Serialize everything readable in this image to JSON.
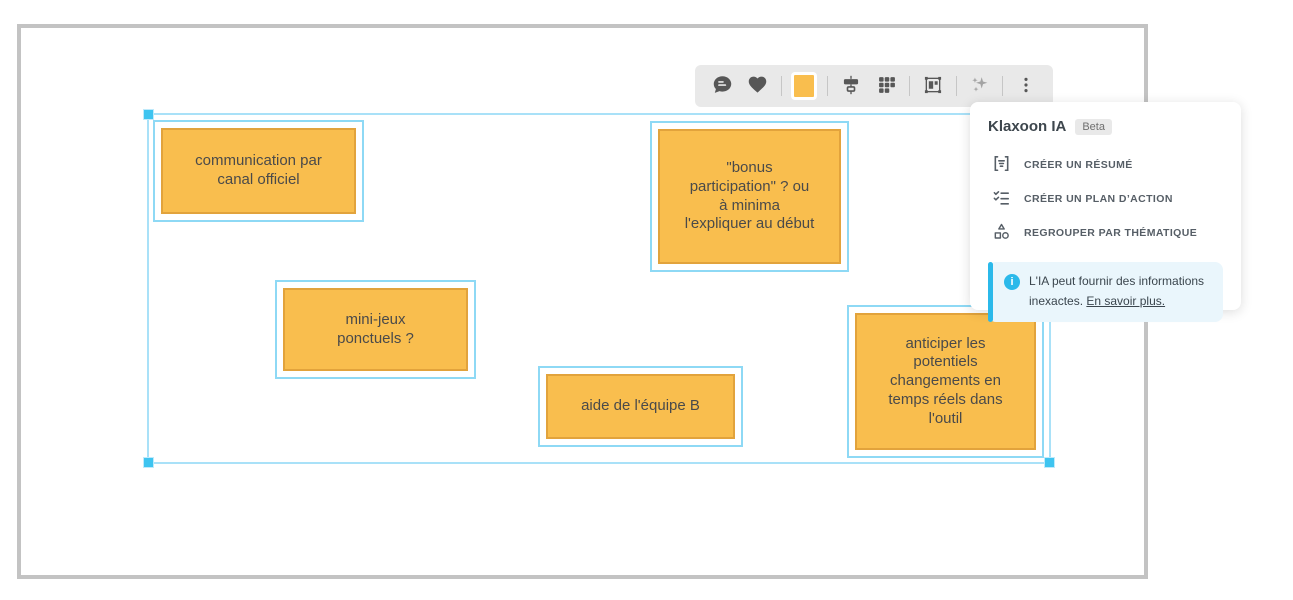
{
  "toolbar": {
    "icons": [
      "comment-icon",
      "heart-icon",
      "color-swatch",
      "align-icon",
      "grid-icon",
      "frame-icon",
      "ai-sparkles-icon",
      "more-icon"
    ],
    "selected_color": "#f9be4e"
  },
  "notes": [
    {
      "text": "communication par canal officiel"
    },
    {
      "text": "\"bonus participation\" ? ou à minima l'expliquer au début"
    },
    {
      "text": "mini-jeux ponctuels ?"
    },
    {
      "text": "aide de l'équipe B"
    },
    {
      "text": "anticiper les potentiels changements en temps réels dans l'outil"
    }
  ],
  "ai_panel": {
    "title": "Klaxoon IA",
    "badge": "Beta",
    "items": [
      {
        "icon": "summary-icon",
        "label": "CRÉER UN RÉSUMÉ"
      },
      {
        "icon": "action-plan-icon",
        "label": "CRÉER UN PLAN D’ACTION"
      },
      {
        "icon": "group-theme-icon",
        "label": "REGROUPER PAR THÉMATIQUE"
      }
    ],
    "disclaimer": {
      "text": "L'IA peut fournir des informations inexactes.",
      "link": "En savoir plus."
    }
  },
  "colors": {
    "sticky_fill": "#f9be4e",
    "sticky_border": "#e2a33c",
    "selection_line": "#a9e1f8",
    "selection_handle": "#3ec4f0",
    "accent_cyan": "#2bb9ea",
    "frame_border": "#c3c3c3",
    "toolbar_bg": "#e9e9e9"
  }
}
